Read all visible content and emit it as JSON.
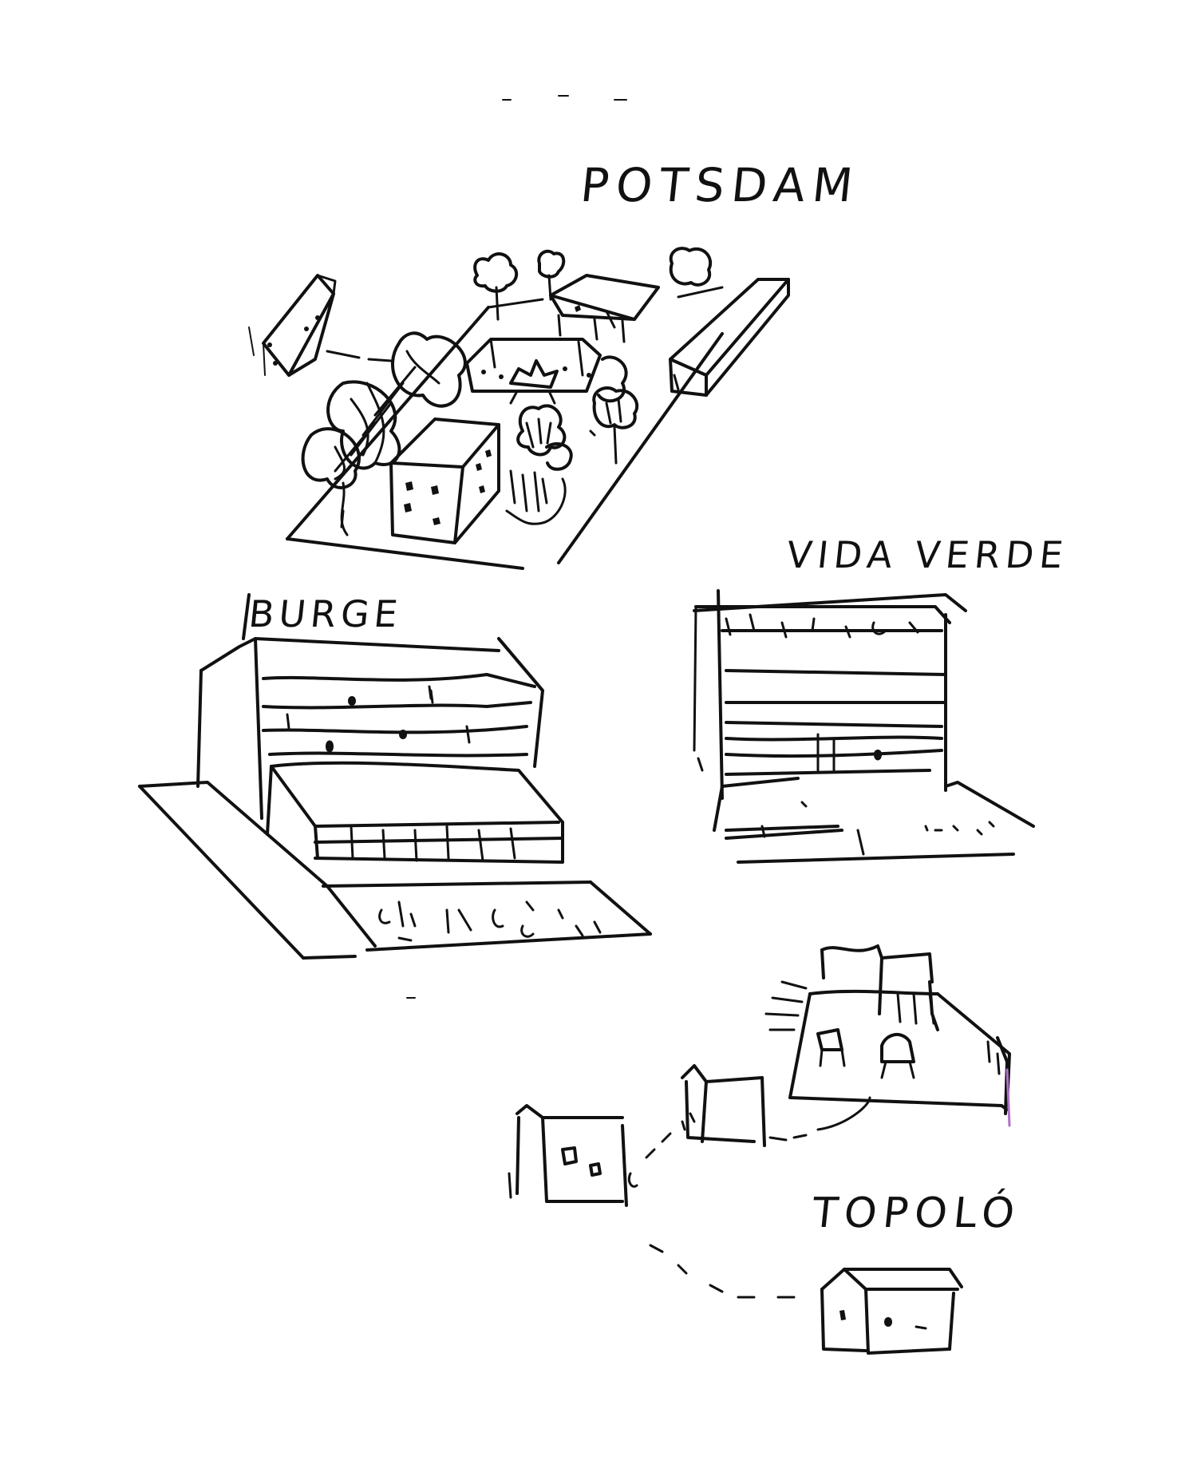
{
  "sketch": {
    "labels": {
      "potsdam": "POTSDAM",
      "vida_verde": "VIDA VERDE",
      "burge": "BURGE",
      "topolo": "TOPOLÓ"
    },
    "colors": {
      "paper": "#ffffff",
      "ink": "#111111",
      "accent": "#b070c8"
    }
  }
}
